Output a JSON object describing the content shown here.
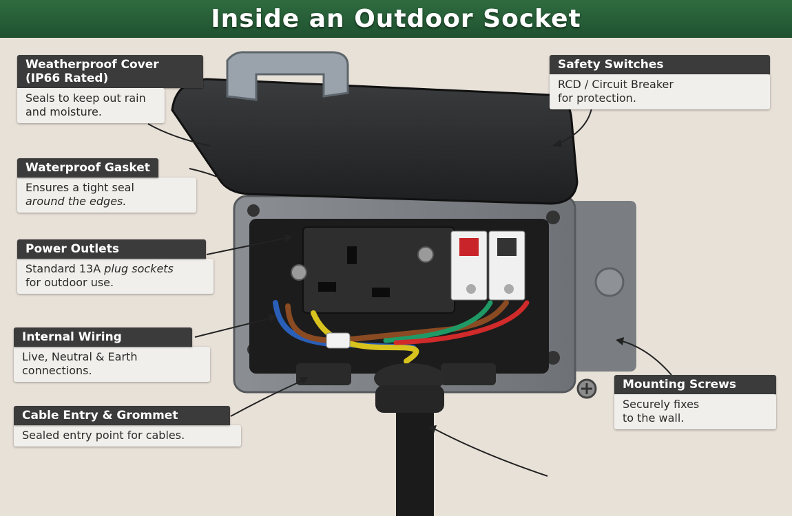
{
  "title": "Inside an Outdoor Socket",
  "callouts": {
    "cover": {
      "head_line1": "Weatherproof Cover",
      "head_line2": "(IP66 Rated)",
      "body": "Seals to keep out rain and moisture."
    },
    "gasket": {
      "head": "Waterproof Gasket",
      "body_line1": "Ensures a tight seal",
      "body_line2": "around the edges."
    },
    "outlets": {
      "head": "Power Outlets",
      "body_prefix": "Standard 13A ",
      "body_italic": "plug sockets",
      "body_line2": "for outdoor use."
    },
    "wiring": {
      "head": "Internal Wiring",
      "body_line1": "Live, Neutral & Earth",
      "body_line2": "connections."
    },
    "cable": {
      "head": "Cable Entry & Grommet",
      "body": "Sealed entry point for cables."
    },
    "switches": {
      "head": "Safety Switches",
      "body_line1": "RCD / Circuit Breaker",
      "body_line2": "for protection."
    },
    "screws": {
      "head": "Mounting Screws",
      "body_line1": "Securely fixes",
      "body_line2": "to the wall."
    }
  },
  "colors": {
    "title_bar": "#2f6b3f",
    "callout_head": "#3b3b3b",
    "callout_body": "#f1efeb",
    "wire_live": "#8a4a22",
    "wire_neutral": "#2a5fb8",
    "wire_earth": "#d8c21e",
    "breaker_red": "#c8242a"
  }
}
